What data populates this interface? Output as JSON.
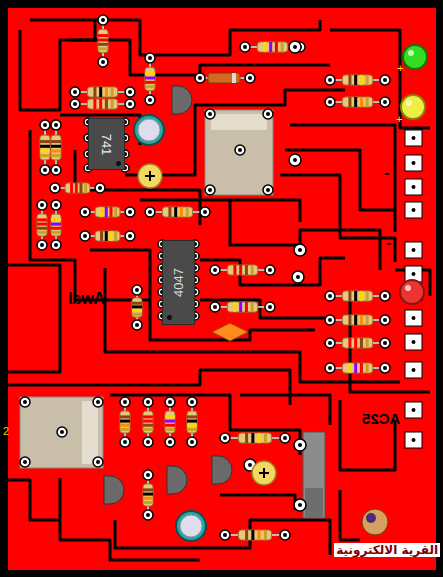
{
  "diagram": {
    "nodes": [
      {
        "text": [
          "741"
        ]
      },
      {
        "text": [
          "4047"
        ]
      }
    ],
    "labels": [
      "Awal",
      "AC25",
      "2",
      "+",
      "+",
      "-",
      "-",
      "القرية الالكترونية"
    ]
  }
}
